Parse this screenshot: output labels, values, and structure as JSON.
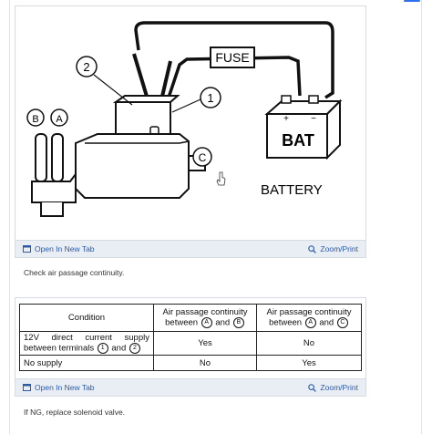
{
  "figure": {
    "fuse_label": "FUSE",
    "battery_label": "BATTERY",
    "bat_text": "BAT",
    "callout_1": "1",
    "callout_2": "2",
    "callout_a": "A",
    "callout_b": "B",
    "callout_c": "C",
    "plus": "+",
    "minus": "−"
  },
  "links": {
    "open_new_tab": "Open In New Tab",
    "zoom_print": "Zoom/Print"
  },
  "caption_1": "Check air passage continuity.",
  "caption_2": "If NG, replace solenoid valve.",
  "table": {
    "headers": {
      "condition": "Condition",
      "col_ab_line1": "Air passage continuity",
      "col_ab_between": "between",
      "col_ab_and": "and",
      "col_ac_line1": "Air passage continuity",
      "col_ac_between": "between",
      "col_ac_and": "and",
      "circle_a": "A",
      "circle_b": "B",
      "circle_c": "C"
    },
    "rows": [
      {
        "condition_line1": "12V direct current supply",
        "condition_line2_pre": "between terminals",
        "term1": "1",
        "and": "and",
        "term2": "2",
        "ab": "Yes",
        "ac": "No"
      },
      {
        "condition": "No supply",
        "ab": "No",
        "ac": "Yes"
      }
    ]
  }
}
